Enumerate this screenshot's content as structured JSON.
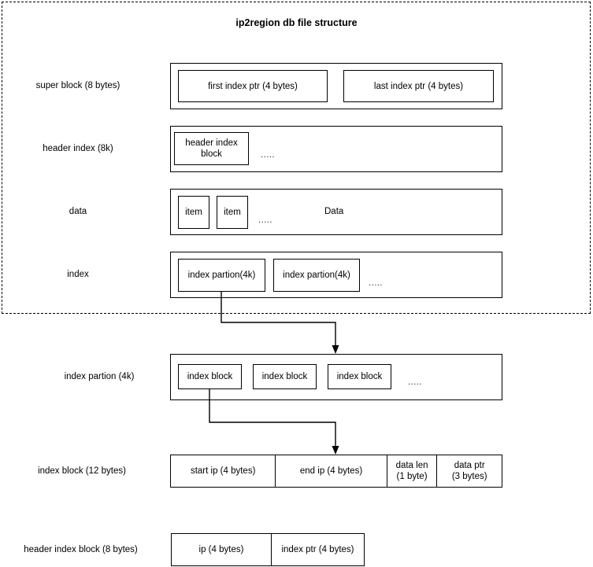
{
  "diagram": {
    "title": "ip2region db file structure",
    "ellipsis": ".....",
    "rows": [
      {
        "id": "super-block",
        "label": "super block (8 bytes)",
        "cells": [
          "first index ptr (4 bytes)",
          "last index ptr (4 bytes)"
        ]
      },
      {
        "id": "header-index",
        "label": "header index (8k)",
        "cells": [
          "header index block"
        ]
      },
      {
        "id": "data",
        "label": "data",
        "cells": [
          "item",
          "item"
        ],
        "caption": "Data"
      },
      {
        "id": "index",
        "label": "index",
        "cells": [
          "index partion(4k)",
          "index partion(4k)"
        ]
      },
      {
        "id": "index-partion",
        "label": "index partion (4k)",
        "cells": [
          "index block",
          "index block",
          "index block"
        ]
      },
      {
        "id": "index-block",
        "label": "index block (12 bytes)",
        "cells": [
          "start ip (4 bytes)",
          "end ip (4 bytes)",
          "data len\n(1 byte)",
          "data ptr\n(3 bytes)"
        ]
      },
      {
        "id": "header-index-block",
        "label": "header index block (8 bytes)",
        "cells": [
          "ip (4 bytes)",
          "index ptr (4 bytes)"
        ]
      }
    ],
    "segment_labels": {
      "start_ip": "start ip (4 bytes)",
      "end_ip": "end ip (4 bytes)",
      "data_len_line1": "data len",
      "data_len_line2": "(1 byte)",
      "data_ptr_line1": "data ptr",
      "data_ptr_line2": "(3 bytes)",
      "ip": "ip (4 bytes)",
      "index_ptr": "index ptr (4 bytes)"
    },
    "colors": {
      "stroke": "#000000",
      "background": "#ffffff"
    }
  }
}
